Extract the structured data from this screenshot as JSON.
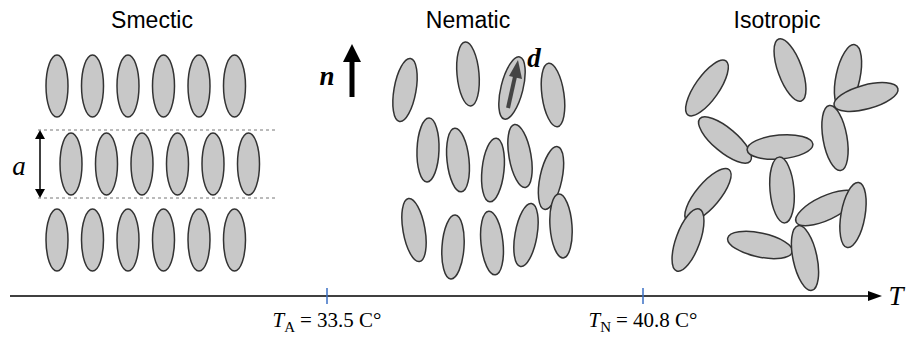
{
  "diagram": {
    "labels": [
      "Smectic",
      "Nematic",
      "Isotropic",
      "a",
      "n",
      "d",
      "T",
      "T",
      "A",
      "= 33.5 C°",
      "T",
      "N",
      "= 40.8 C°"
    ]
  }
}
